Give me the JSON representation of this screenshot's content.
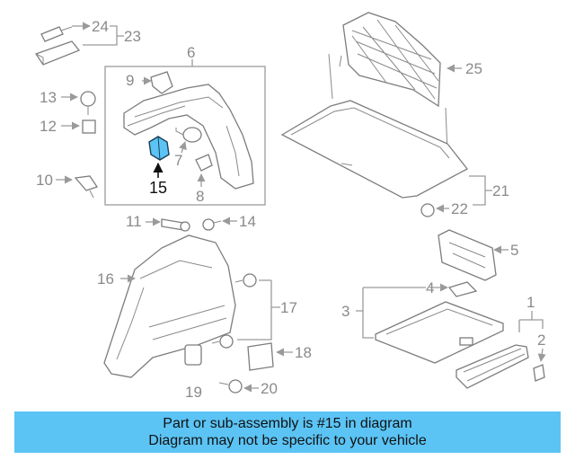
{
  "banner": {
    "line1": "Part or sub-assembly is #15 in diagram",
    "line2": "Diagram may not be specific to your vehicle",
    "color": "#5bc4f5"
  },
  "highlight_color": "#5bc4f5",
  "callouts": {
    "c1": "1",
    "c2": "2",
    "c3": "3",
    "c4": "4",
    "c5": "5",
    "c6": "6",
    "c7": "7",
    "c8": "8",
    "c9": "9",
    "c10": "10",
    "c11": "11",
    "c12": "12",
    "c13": "13",
    "c14": "14",
    "c15": "15",
    "c16": "16",
    "c17": "17",
    "c18": "18",
    "c19": "19",
    "c20": "20",
    "c21": "21",
    "c22": "22",
    "c23": "23",
    "c24": "24",
    "c25": "25"
  }
}
